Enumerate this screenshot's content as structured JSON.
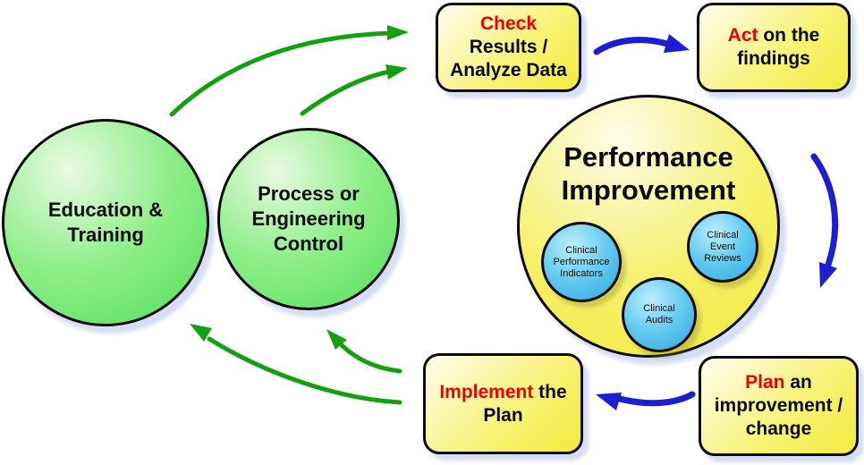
{
  "colors": {
    "accent_red": "#EC0000",
    "arrow_green": "#14A012",
    "arrow_blue": "#1D1DD3",
    "node_yellow": "#F3EB3E",
    "node_green": "#54DF58",
    "node_blue": "#2EA7DF"
  },
  "boxes": {
    "check": {
      "keyword": "Check",
      "line2": "Results /",
      "line3": "Analyze Data"
    },
    "act": {
      "keyword": "Act",
      "after": " on the",
      "line2": "findings"
    },
    "plan": {
      "keyword": "Plan",
      "after": " an",
      "line2": "improvement /",
      "line3": "change"
    },
    "implement": {
      "keyword": "Implement",
      "after": " the",
      "line2": "Plan"
    }
  },
  "circles": {
    "education": {
      "line1": "Education &",
      "line2": "Training"
    },
    "process": {
      "line1": "Process or",
      "line2": "Engineering",
      "line3": "Control"
    },
    "performance": {
      "line1": "Performance",
      "line2": "Improvement"
    },
    "clinical_performance": {
      "line1": "Clinical",
      "line2": "Performance",
      "line3": "Indicators"
    },
    "clinical_events": {
      "line1": "Clinical",
      "line2": "Event",
      "line3": "Reviews"
    },
    "clinical_audits": {
      "line1": "Clinical",
      "line2": "Audits"
    }
  }
}
